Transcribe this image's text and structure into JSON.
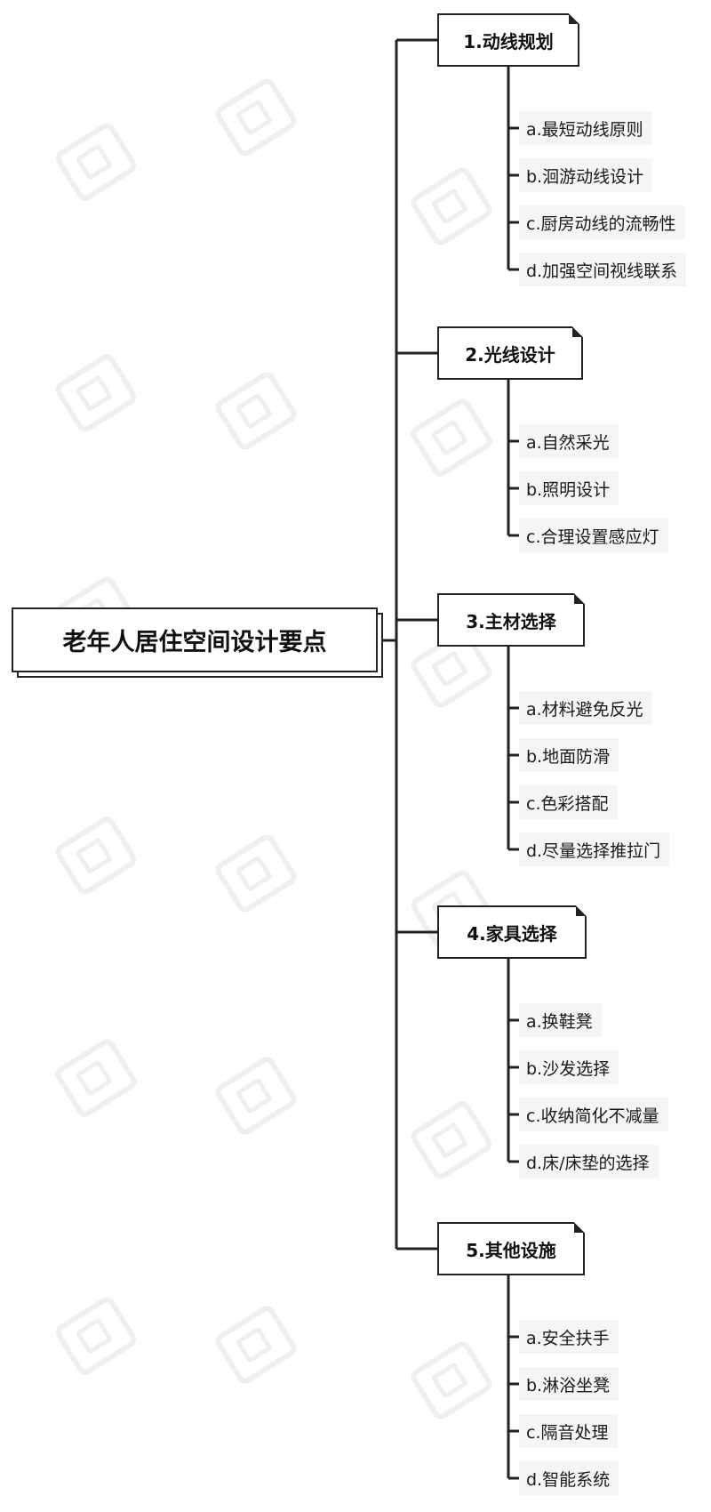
{
  "mindmap": {
    "root": {
      "label": "老年人居住空间设计要点"
    },
    "branches": [
      {
        "label": "1.动线规划",
        "items": [
          "a.最短动线原则",
          "b.洄游动线设计",
          "c.厨房动线的流畅性",
          "d.加强空间视线联系"
        ]
      },
      {
        "label": "2.光线设计",
        "items": [
          "a.自然采光",
          "b.照明设计",
          "c.合理设置感应灯"
        ]
      },
      {
        "label": "3.主材选择",
        "items": [
          "a.材料避免反光",
          "b.地面防滑",
          "c.色彩搭配",
          "d.尽量选择推拉门"
        ]
      },
      {
        "label": "4.家具选择",
        "items": [
          "a.换鞋凳",
          "b.沙发选择",
          "c.收纳简化不减量",
          "d.床/床垫的选择"
        ]
      },
      {
        "label": "5.其他设施",
        "items": [
          "a.安全扶手",
          "b.淋浴坐凳",
          "c.隔音处理",
          "d.智能系统"
        ]
      }
    ]
  },
  "colors": {
    "line": "#222222",
    "leaf_bg": "#f5f5f5",
    "watermark": "#efefef"
  }
}
